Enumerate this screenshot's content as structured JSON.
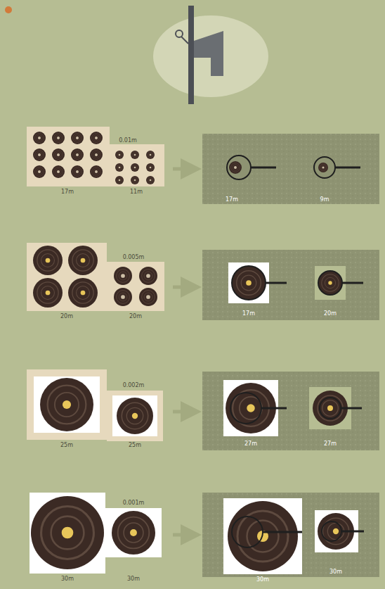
{
  "diagram": {
    "labels": [
      "0.01m",
      "17m",
      "11m",
      "17m",
      "9m",
      "0.005m",
      "20m",
      "20m",
      "17m",
      "20m",
      "0.002m",
      "25m",
      "25m",
      "27m",
      "27m",
      "0.001m",
      "30m",
      "30m",
      "30m",
      "30m"
    ]
  }
}
